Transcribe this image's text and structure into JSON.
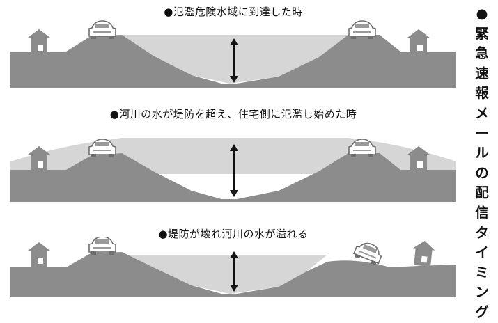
{
  "scenes": [
    {
      "caption": "●氾濫危険水域に到達した時"
    },
    {
      "caption": "●河川の水が堤防を超え、住宅側に氾濫し始めた時"
    },
    {
      "caption": "●堤防が壊れ河川の水が溢れる"
    }
  ],
  "side_title": "●緊急速報メールの配信タイミング",
  "colors": {
    "ground": "#8c8c8c",
    "water": "#d6d6d6",
    "house": "#8c8c8c",
    "car_body": "#ffffff",
    "car_outline": "#6e6e6e",
    "arrow": "#111111"
  },
  "icons": [
    "house-icon",
    "car-icon",
    "double-arrow-icon"
  ]
}
